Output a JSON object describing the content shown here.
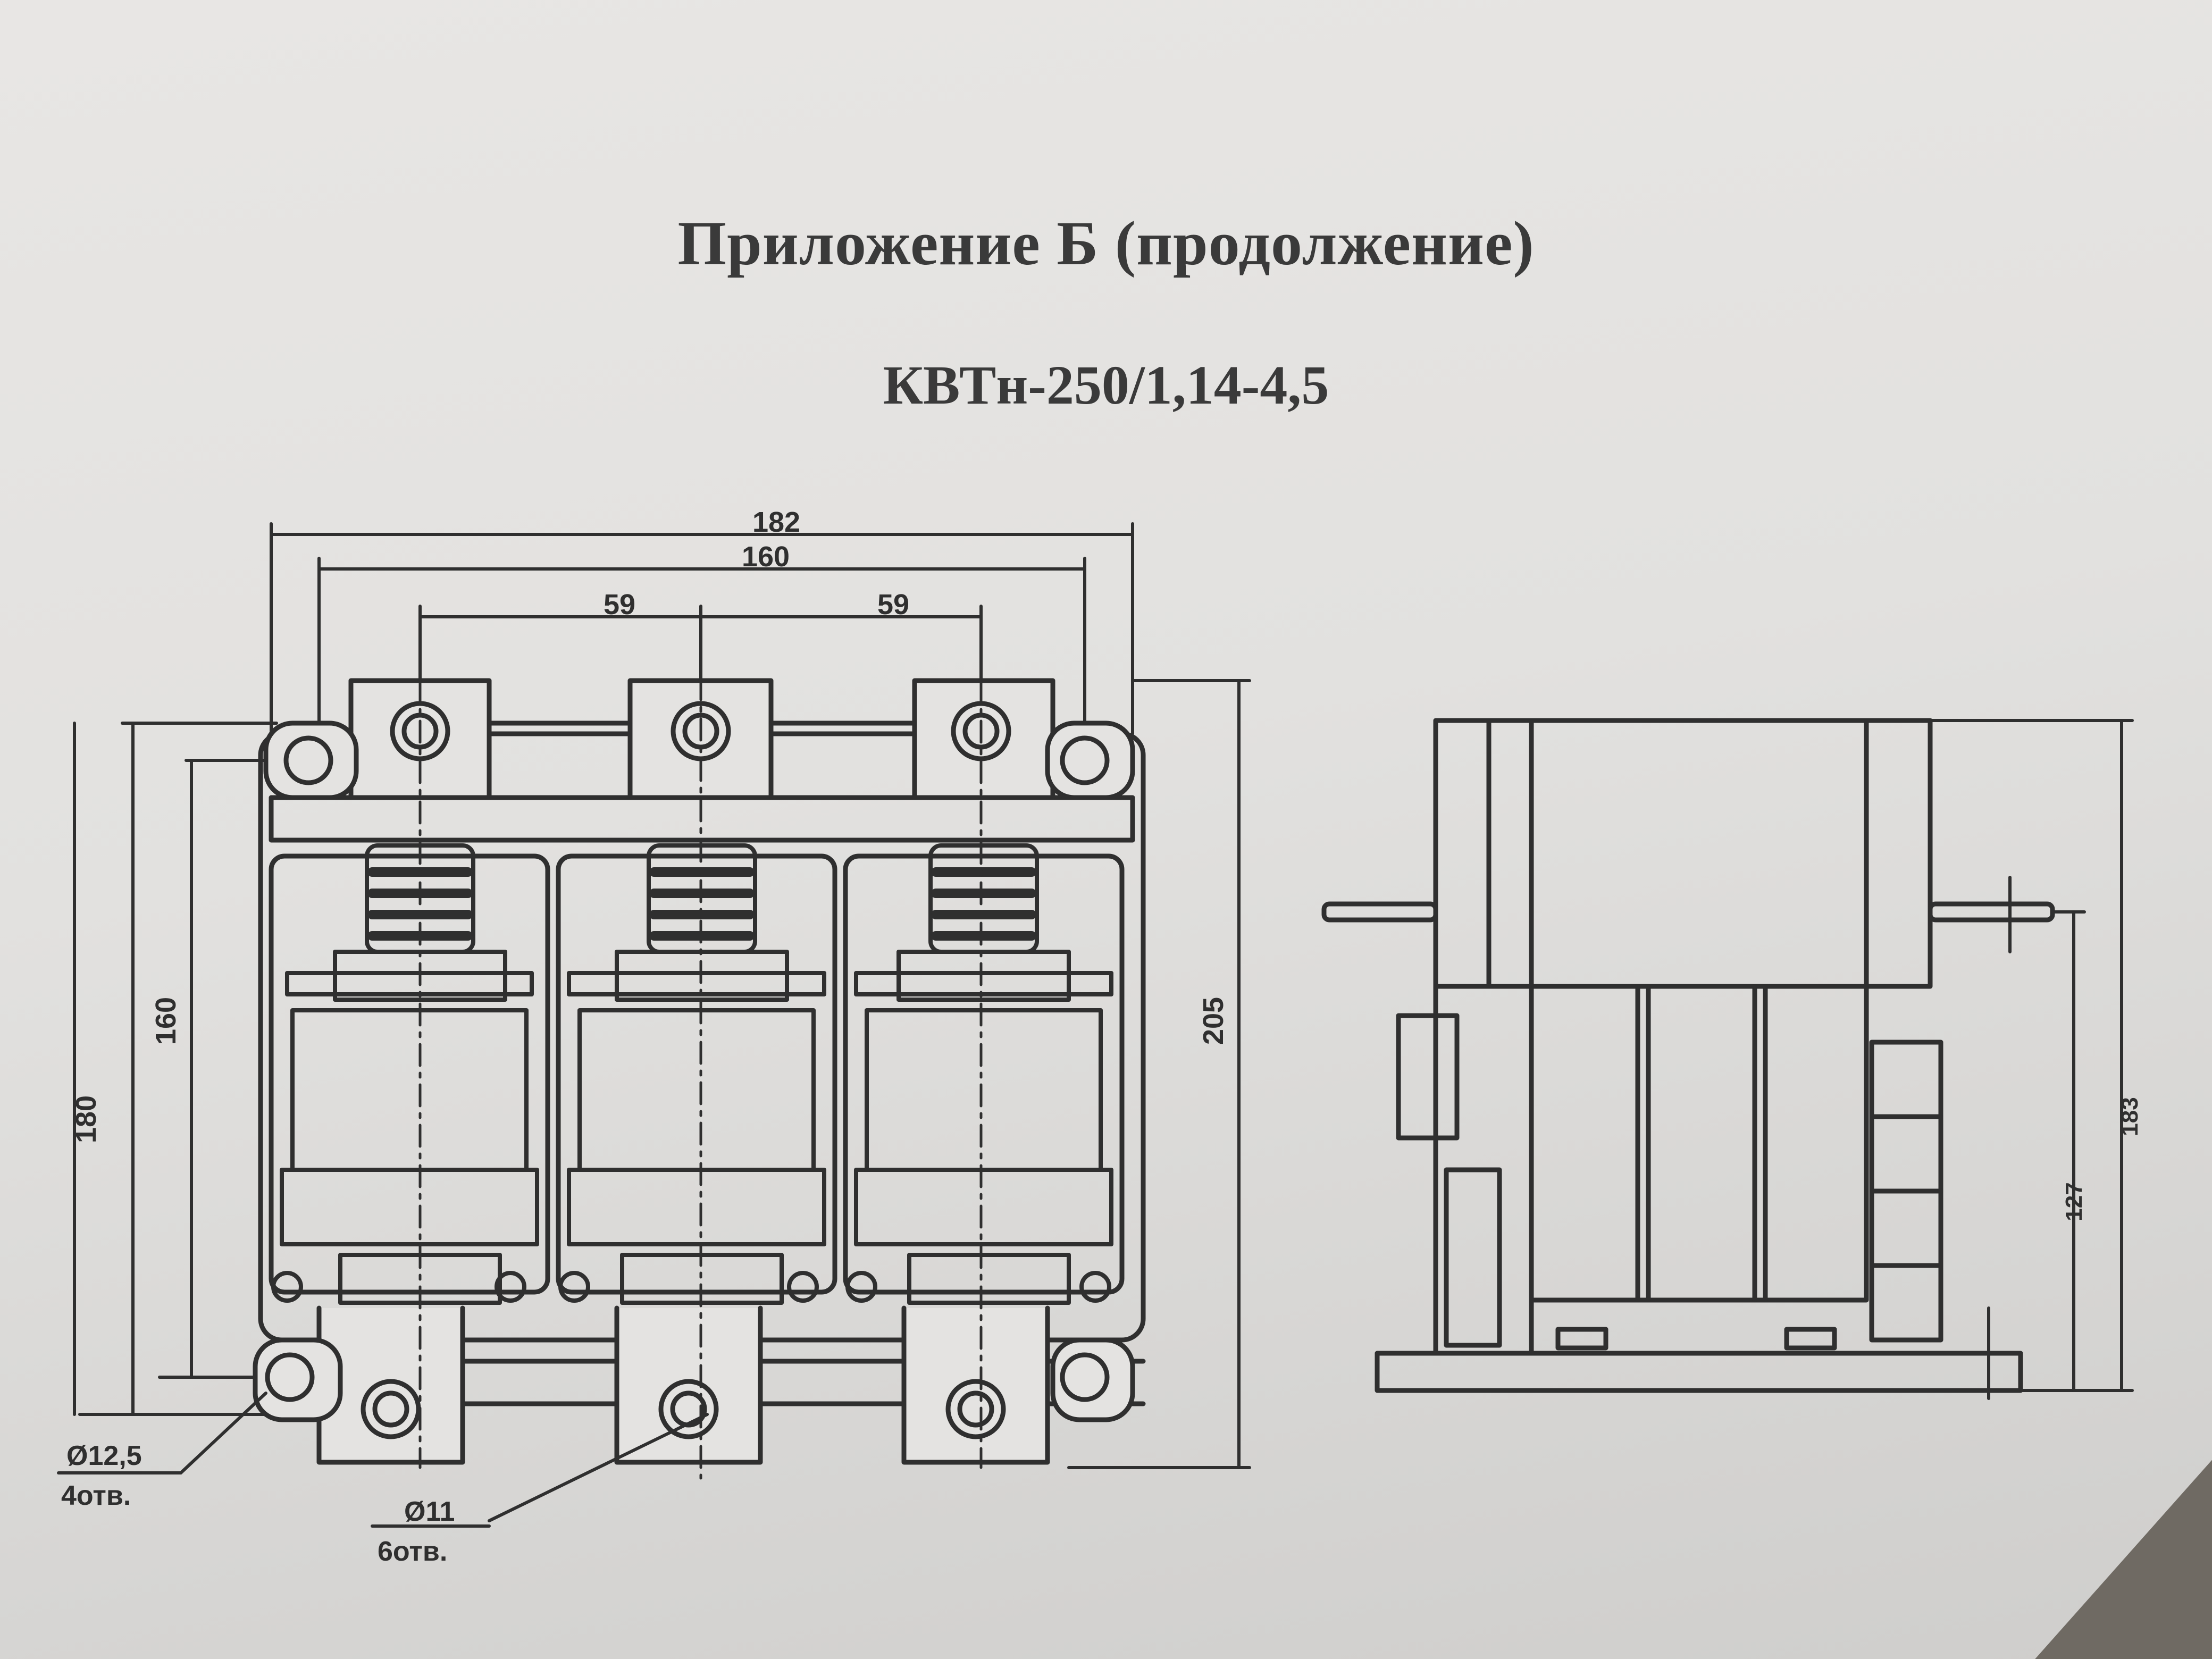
{
  "heading": {
    "title": "Приложение Б (продолжение)",
    "subtitle": "КВТн-250/1,14-4,5"
  },
  "front_view": {
    "dimensions": {
      "overall_width": "182",
      "mount_spacing": "160",
      "pole_pitch_left": "59",
      "pole_pitch_right": "59",
      "mount_height": "160",
      "base_height": "180",
      "overall_height": "205"
    },
    "callouts": {
      "mount_hole_diameter": "Ø12,5",
      "mount_hole_count": "4отв.",
      "terminal_hole_diameter": "Ø11",
      "terminal_hole_count": "6отв."
    }
  },
  "side_view": {
    "dimensions": {
      "overall_height": "183",
      "terminal_height": "127"
    }
  },
  "colors": {
    "ink": "#2f2f2f",
    "paper": "#e3e2e0"
  }
}
